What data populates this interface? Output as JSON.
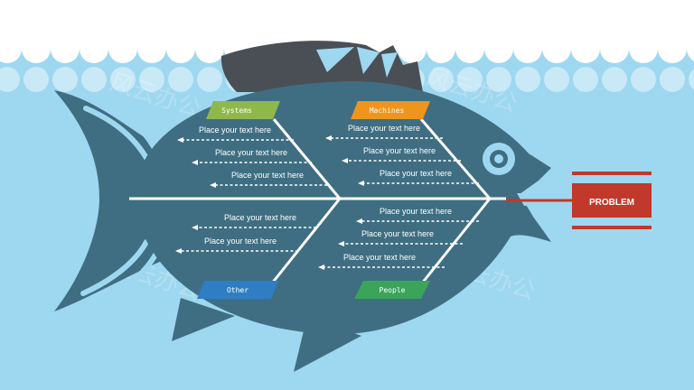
{
  "colors": {
    "water": "#9ed7f0",
    "sky": "#ffffff",
    "fish_body": "#3f6e82",
    "dorsal_fin": "#4a4f55",
    "bone": "#ffffff",
    "problem_box": "#c0392b",
    "eye_outer": "#9ed7f0",
    "eye_inner": "#3f6e82"
  },
  "problem": {
    "label": "PROBLEM"
  },
  "categories": [
    {
      "name": "Systems",
      "color": "#8fb84a"
    },
    {
      "name": "Machines",
      "color": "#f0951c"
    },
    {
      "name": "Other",
      "color": "#2f7ec4"
    },
    {
      "name": "People",
      "color": "#3aa45b"
    }
  ],
  "causes": {
    "systems": [
      "Place your text here",
      "Place your text here",
      "Place your text here"
    ],
    "machines": [
      "Place your text here",
      "Place your text here",
      "Place your text here"
    ],
    "other": [
      "Place your text here",
      "Place your text here"
    ],
    "people": [
      "Place your text here",
      "Place your text here",
      "Place your text here"
    ]
  },
  "watermark": "风云办公"
}
